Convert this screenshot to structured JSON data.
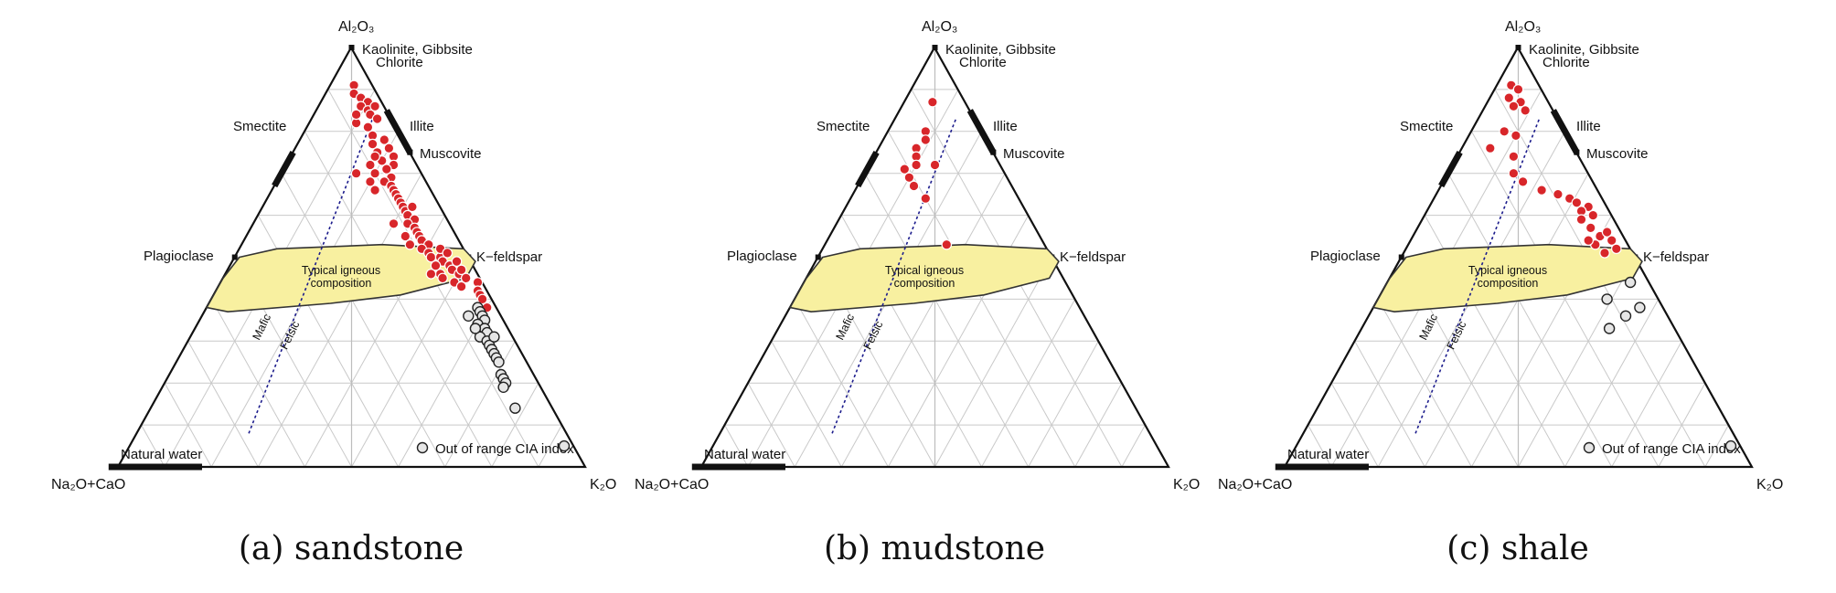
{
  "chart_data": [
    {
      "type": "scatter",
      "caption": "(a) sandstone",
      "vertices": {
        "top": "Al₂O₃",
        "left": "Na₂O+CaO",
        "right": "K₂O"
      },
      "mineral_labels": {
        "kaolinite": "Kaolinite, Gibbsite",
        "chlorite": "Chlorite",
        "smectite": "Smectite",
        "illite": "Illite",
        "muscovite": "Muscovite",
        "plagioclase": "Plagioclase",
        "kfeldspar": "K−feldspar",
        "natural_water": "Natural water"
      },
      "field_label": [
        "Typical igneous",
        "composition"
      ],
      "trend_labels": {
        "mafic": "Mafic",
        "felsic": "Felsic"
      },
      "legend": "Out of range CIA index",
      "grid": true,
      "series": [
        {
          "name": "",
          "style": "red",
          "points": [
            [
              0.91,
              0.05
            ],
            [
              0.89,
              0.06
            ],
            [
              0.88,
              0.08
            ],
            [
              0.87,
              0.1
            ],
            [
              0.86,
              0.09
            ],
            [
              0.85,
              0.11
            ],
            [
              0.84,
              0.12
            ],
            [
              0.83,
              0.14
            ],
            [
              0.82,
              0.1
            ],
            [
              0.86,
              0.12
            ],
            [
              0.84,
              0.09
            ],
            [
              0.81,
              0.13
            ],
            [
              0.79,
              0.15
            ],
            [
              0.78,
              0.18
            ],
            [
              0.77,
              0.16
            ],
            [
              0.76,
              0.2
            ],
            [
              0.75,
              0.18
            ],
            [
              0.74,
              0.22
            ],
            [
              0.73,
              0.2
            ],
            [
              0.72,
              0.23
            ],
            [
              0.72,
              0.18
            ],
            [
              0.71,
              0.22
            ],
            [
              0.7,
              0.2
            ],
            [
              0.69,
              0.24
            ],
            [
              0.68,
              0.23
            ],
            [
              0.67,
              0.25
            ],
            [
              0.66,
              0.26
            ],
            [
              0.65,
              0.27
            ],
            [
              0.64,
              0.28
            ],
            [
              0.63,
              0.29
            ],
            [
              0.62,
              0.3
            ],
            [
              0.61,
              0.31
            ],
            [
              0.6,
              0.32
            ],
            [
              0.62,
              0.32
            ],
            [
              0.59,
              0.34
            ],
            [
              0.58,
              0.33
            ],
            [
              0.57,
              0.35
            ],
            [
              0.56,
              0.36
            ],
            [
              0.55,
              0.37
            ],
            [
              0.54,
              0.38
            ],
            [
              0.53,
              0.4
            ],
            [
              0.52,
              0.39
            ],
            [
              0.51,
              0.41
            ],
            [
              0.5,
              0.42
            ],
            [
              0.5,
              0.44
            ],
            [
              0.49,
              0.45
            ],
            [
              0.48,
              0.44
            ],
            [
              0.48,
              0.47
            ],
            [
              0.47,
              0.48
            ],
            [
              0.46,
              0.46
            ],
            [
              0.46,
              0.5
            ],
            [
              0.45,
              0.47
            ],
            [
              0.52,
              0.43
            ],
            [
              0.51,
              0.45
            ],
            [
              0.47,
              0.5
            ],
            [
              0.44,
              0.5
            ],
            [
              0.49,
              0.48
            ],
            [
              0.45,
              0.52
            ],
            [
              0.43,
              0.52
            ],
            [
              0.74,
              0.18
            ],
            [
              0.7,
              0.16
            ],
            [
              0.66,
              0.22
            ],
            [
              0.68,
              0.2
            ],
            [
              0.58,
              0.3
            ],
            [
              0.44,
              0.55
            ],
            [
              0.42,
              0.56
            ],
            [
              0.41,
              0.57
            ],
            [
              0.4,
              0.58
            ],
            [
              0.38,
              0.6
            ],
            [
              0.46,
              0.44
            ],
            [
              0.55,
              0.34
            ],
            [
              0.53,
              0.36
            ]
          ]
        },
        {
          "name": "Out of range CIA index",
          "style": "grey",
          "points": [
            [
              0.38,
              0.58
            ],
            [
              0.37,
              0.59
            ],
            [
              0.36,
              0.6
            ],
            [
              0.35,
              0.61
            ],
            [
              0.34,
              0.6
            ],
            [
              0.33,
              0.62
            ],
            [
              0.32,
              0.63
            ],
            [
              0.31,
              0.62
            ],
            [
              0.3,
              0.64
            ],
            [
              0.29,
              0.65
            ],
            [
              0.28,
              0.66
            ],
            [
              0.27,
              0.67
            ],
            [
              0.26,
              0.68
            ],
            [
              0.25,
              0.69
            ],
            [
              0.36,
              0.57
            ],
            [
              0.33,
              0.6
            ],
            [
              0.31,
              0.65
            ],
            [
              0.22,
              0.71
            ],
            [
              0.21,
              0.72
            ],
            [
              0.2,
              0.73
            ],
            [
              0.19,
              0.73
            ],
            [
              0.14,
              0.78
            ],
            [
              0.05,
              0.93
            ]
          ]
        }
      ]
    },
    {
      "type": "scatter",
      "caption": "(b) mudstone",
      "vertices": {
        "top": "Al₂O₃",
        "left": "Na₂O+CaO",
        "right": "K₂O"
      },
      "mineral_labels": {
        "kaolinite": "Kaolinite, Gibbsite",
        "chlorite": "Chlorite",
        "smectite": "Smectite",
        "illite": "Illite",
        "muscovite": "Muscovite",
        "plagioclase": "Plagioclase",
        "kfeldspar": "K−feldspar",
        "natural_water": "Natural water"
      },
      "field_label": [
        "Typical igneous",
        "composition"
      ],
      "trend_labels": {
        "mafic": "Mafic",
        "felsic": "Felsic"
      },
      "legend": "",
      "grid": true,
      "series": [
        {
          "name": "",
          "style": "red",
          "points": [
            [
              0.87,
              0.06
            ],
            [
              0.8,
              0.08
            ],
            [
              0.78,
              0.09
            ],
            [
              0.76,
              0.08
            ],
            [
              0.74,
              0.09
            ],
            [
              0.72,
              0.1
            ],
            [
              0.71,
              0.08
            ],
            [
              0.69,
              0.1
            ],
            [
              0.72,
              0.14
            ],
            [
              0.67,
              0.12
            ],
            [
              0.64,
              0.16
            ],
            [
              0.53,
              0.26
            ]
          ]
        }
      ]
    },
    {
      "type": "scatter",
      "caption": "(c) shale",
      "vertices": {
        "top": "Al₂O₃",
        "left": "Na₂O+CaO",
        "right": "K₂O"
      },
      "mineral_labels": {
        "kaolinite": "Kaolinite, Gibbsite",
        "chlorite": "Chlorite",
        "smectite": "Smectite",
        "illite": "Illite",
        "muscovite": "Muscovite",
        "plagioclase": "Plagioclase",
        "kfeldspar": "K−feldspar",
        "natural_water": "Natural water"
      },
      "field_label": [
        "Typical igneous",
        "composition"
      ],
      "trend_labels": {
        "mafic": "Mafic",
        "felsic": "Felsic"
      },
      "legend": "Out of range CIA index",
      "grid": true,
      "series": [
        {
          "name": "",
          "style": "red",
          "points": [
            [
              0.91,
              0.03
            ],
            [
              0.9,
              0.05
            ],
            [
              0.88,
              0.04
            ],
            [
              0.87,
              0.07
            ],
            [
              0.86,
              0.06
            ],
            [
              0.85,
              0.09
            ],
            [
              0.8,
              0.07
            ],
            [
              0.79,
              0.1
            ],
            [
              0.76,
              0.06
            ],
            [
              0.74,
              0.12
            ],
            [
              0.7,
              0.14
            ],
            [
              0.68,
              0.17
            ],
            [
              0.66,
              0.22
            ],
            [
              0.65,
              0.26
            ],
            [
              0.64,
              0.29
            ],
            [
              0.63,
              0.31
            ],
            [
              0.62,
              0.34
            ],
            [
              0.61,
              0.33
            ],
            [
              0.6,
              0.36
            ],
            [
              0.59,
              0.34
            ],
            [
              0.57,
              0.37
            ],
            [
              0.55,
              0.4
            ],
            [
              0.54,
              0.43
            ],
            [
              0.53,
              0.4
            ],
            [
              0.52,
              0.45
            ],
            [
              0.54,
              0.38
            ],
            [
              0.56,
              0.41
            ],
            [
              0.51,
              0.43
            ]
          ]
        },
        {
          "name": "Out of range CIA index",
          "style": "grey",
          "points": [
            [
              0.44,
              0.52
            ],
            [
              0.4,
              0.49
            ],
            [
              0.38,
              0.57
            ],
            [
              0.36,
              0.55
            ],
            [
              0.33,
              0.53
            ],
            [
              0.05,
              0.93
            ]
          ]
        }
      ]
    }
  ]
}
